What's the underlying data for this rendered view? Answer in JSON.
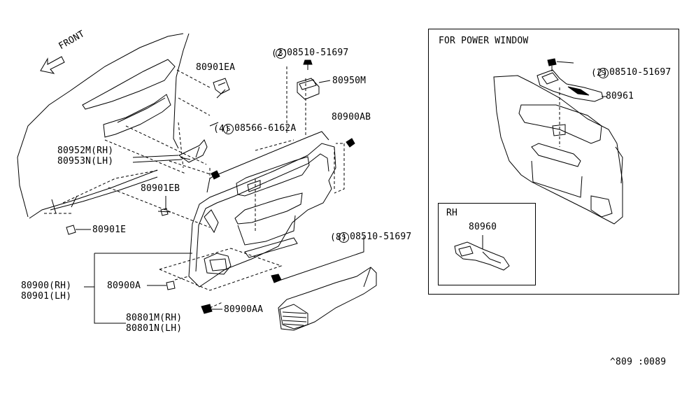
{
  "front_label": "FRONT",
  "power_window_title": "FOR POWER WINDOW",
  "rh_title": "RH",
  "screw_symbol": "S",
  "labels": {
    "p80901EA": "80901EA",
    "p08510_top": "08510-51697",
    "p08510_top_qty": "(2)",
    "p80950M": "80950M",
    "p08566": "08566-6162A",
    "p08566_qty": "(4)",
    "p80900AB": "80900AB",
    "p80952M": "80952M(RH)",
    "p80953N": "80953N(LH)",
    "p80901EB": "80901EB",
    "p80901E": "80901E",
    "p08510_mid": "08510-51697",
    "p08510_mid_qty": "(8)",
    "p80900RH": "80900(RH)",
    "p80901LH": "80901(LH)",
    "p80900A": "80900A",
    "p80900AA": "80900AA",
    "p80801M": "80801M(RH)",
    "p80801N": "80801N(LH)",
    "p08510_pw": "08510-51697",
    "p08510_pw_qty": "(2)",
    "p80961": "80961",
    "p80960": "80960"
  },
  "diagram_code": "^809 :0089"
}
